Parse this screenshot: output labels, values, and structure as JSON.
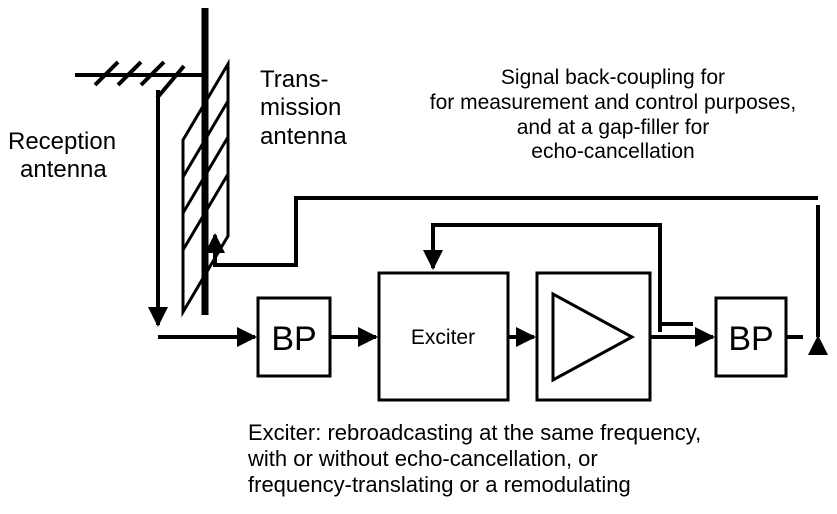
{
  "labels": {
    "reception_antenna": [
      "Reception",
      "antenna"
    ],
    "transmission_antenna": [
      "Trans-",
      "mission",
      "antenna"
    ],
    "back_coupling": [
      "Signal back-coupling for",
      "for measurement and control purposes,",
      "and at a gap-filler for",
      "echo-cancellation"
    ],
    "exciter_note": [
      "Exciter: rebroadcasting at the same frequency,",
      "with or without echo-cancellation, or",
      "frequency-translating or a remodulating"
    ]
  },
  "blocks": {
    "bp_input": "BP",
    "exciter": "Exciter",
    "bp_output": "BP"
  },
  "amplifier_icon": "triangle-amplifier-icon",
  "colors": {
    "line": "#000000",
    "background": "#ffffff"
  }
}
